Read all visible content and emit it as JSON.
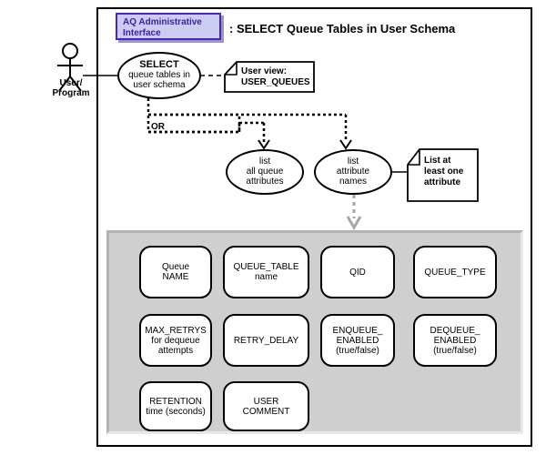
{
  "header": {
    "badge_label": "AQ Administrative Interface",
    "badge_bg": "#ccccf0",
    "badge_border": "#4b21c8",
    "badge_text_color": "#3b1fa8",
    "title": ": SELECT Queue Tables in User Schema"
  },
  "actor": {
    "label": "User/\nProgram",
    "icon": "stick-figure-actor-icon"
  },
  "usecases": {
    "primary": {
      "line1": "SELECT",
      "line2": "queue tables in",
      "line3": "user schema"
    },
    "left_branch": {
      "line1": "list",
      "line2": "all queue",
      "line3": "attributes"
    },
    "right_branch": {
      "line1": "list",
      "line2": "attribute",
      "line3": "names"
    }
  },
  "notes": {
    "user_view": {
      "line1": "User view:",
      "line2": "USER_QUEUES"
    },
    "at_least_one": {
      "line1": "List at",
      "line2": "least one",
      "line3": "attribute"
    }
  },
  "branch": {
    "or_label": "OR"
  },
  "attributes_panel": {
    "background": "#cfcfcf",
    "rows": [
      [
        {
          "name": "queue-name",
          "text": "Queue\nNAME"
        },
        {
          "name": "queue-table-name",
          "text": "QUEUE_TABLE\nname"
        },
        {
          "name": "qid",
          "text": "QID"
        },
        {
          "name": "queue-type",
          "text": "QUEUE_TYPE"
        }
      ],
      [
        {
          "name": "max-retrys",
          "text": "MAX_RETRYS\nfor dequeue\nattempts"
        },
        {
          "name": "retry-delay",
          "text": "RETRY_DELAY"
        },
        {
          "name": "enqueue-enabled",
          "text": "ENQUEUE_\nENABLED\n(true/false)"
        },
        {
          "name": "dequeue-enabled",
          "text": "DEQUEUE_\nENABLED\n(true/false)"
        }
      ],
      [
        {
          "name": "retention",
          "text": "RETENTION\ntime (seconds)"
        },
        {
          "name": "user-comment",
          "text": "USER\nCOMMENT"
        }
      ]
    ]
  }
}
